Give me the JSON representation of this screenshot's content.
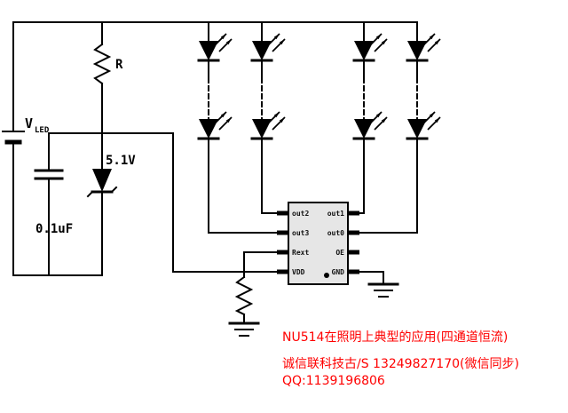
{
  "canvas": {
    "background": "#ffffff",
    "wire_color": "#000000",
    "annotation_color": "#ff0000",
    "ic_fill": "#e6e6e6"
  },
  "labels": {
    "supply_main": "V",
    "supply_sub": "LED",
    "resistor": "R",
    "zener_voltage": "5.1V",
    "capacitor_value": "0.1uF"
  },
  "ic": {
    "left_pins": [
      "out2",
      "out3",
      "Rext",
      "VDD"
    ],
    "right_pins": [
      "out1",
      "out0",
      "OE",
      "GND"
    ]
  },
  "annotations": {
    "line1": "NU514在照明上典型的应用(四通道恒流)",
    "line2": "诚信联科技古/S 13249827170(微信同步)",
    "line3": "QQ:1139196806"
  }
}
